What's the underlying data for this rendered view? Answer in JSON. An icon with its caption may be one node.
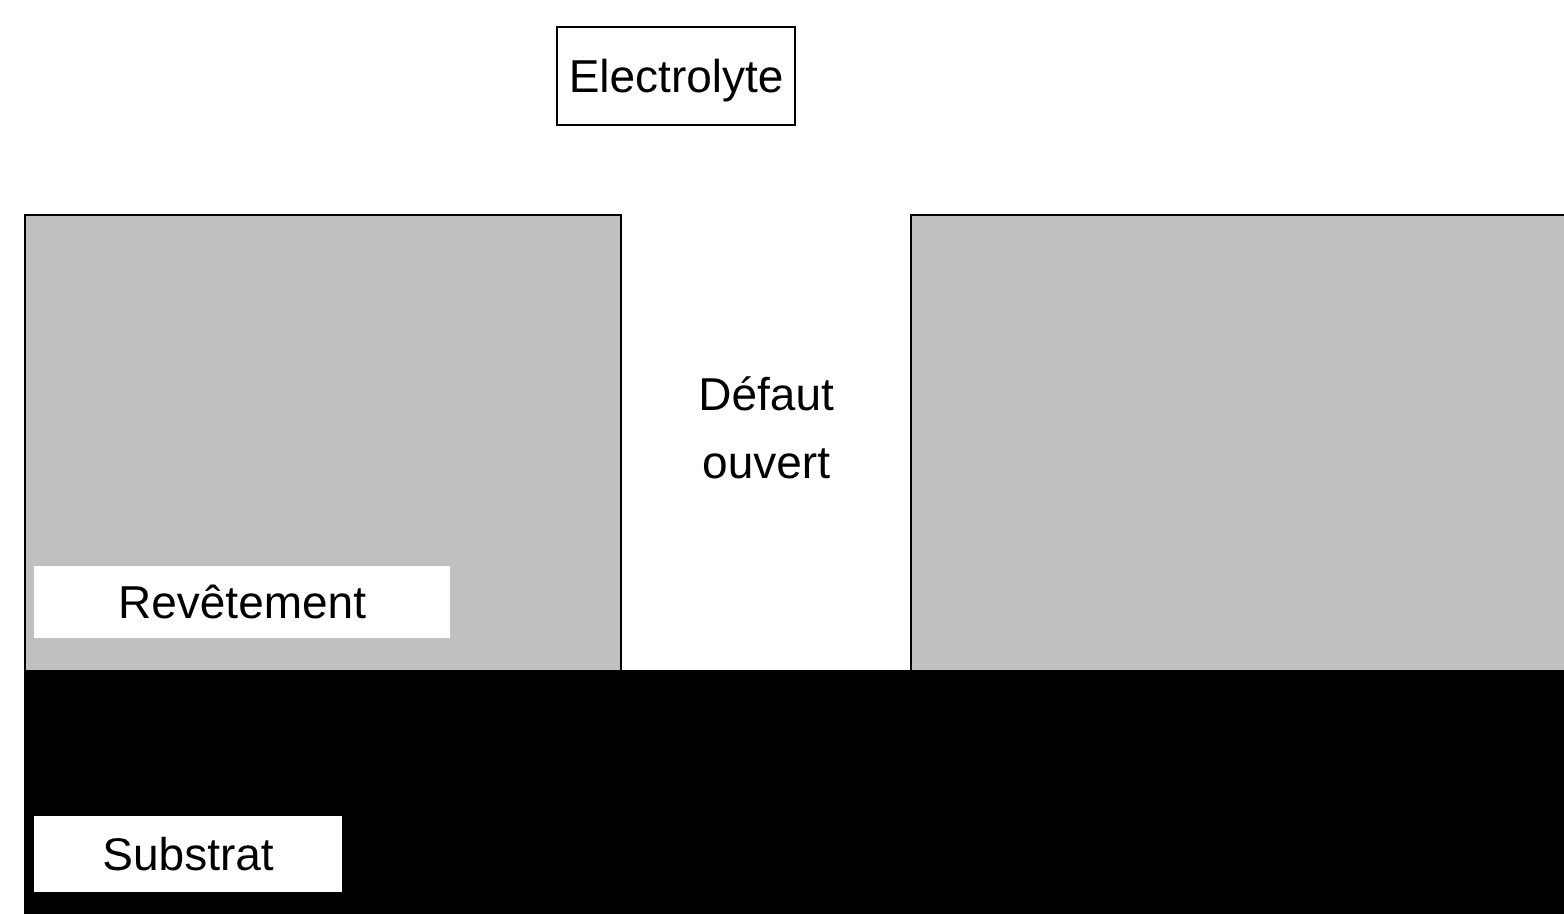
{
  "diagram": {
    "nodes": [
      {
        "text": [
          "Electrolyte"
        ]
      },
      {
        "text": [
          "Revêtement"
        ]
      },
      {
        "text": [
          "Substrat"
        ]
      }
    ],
    "labels": [
      "Défaut ouvert"
    ]
  }
}
